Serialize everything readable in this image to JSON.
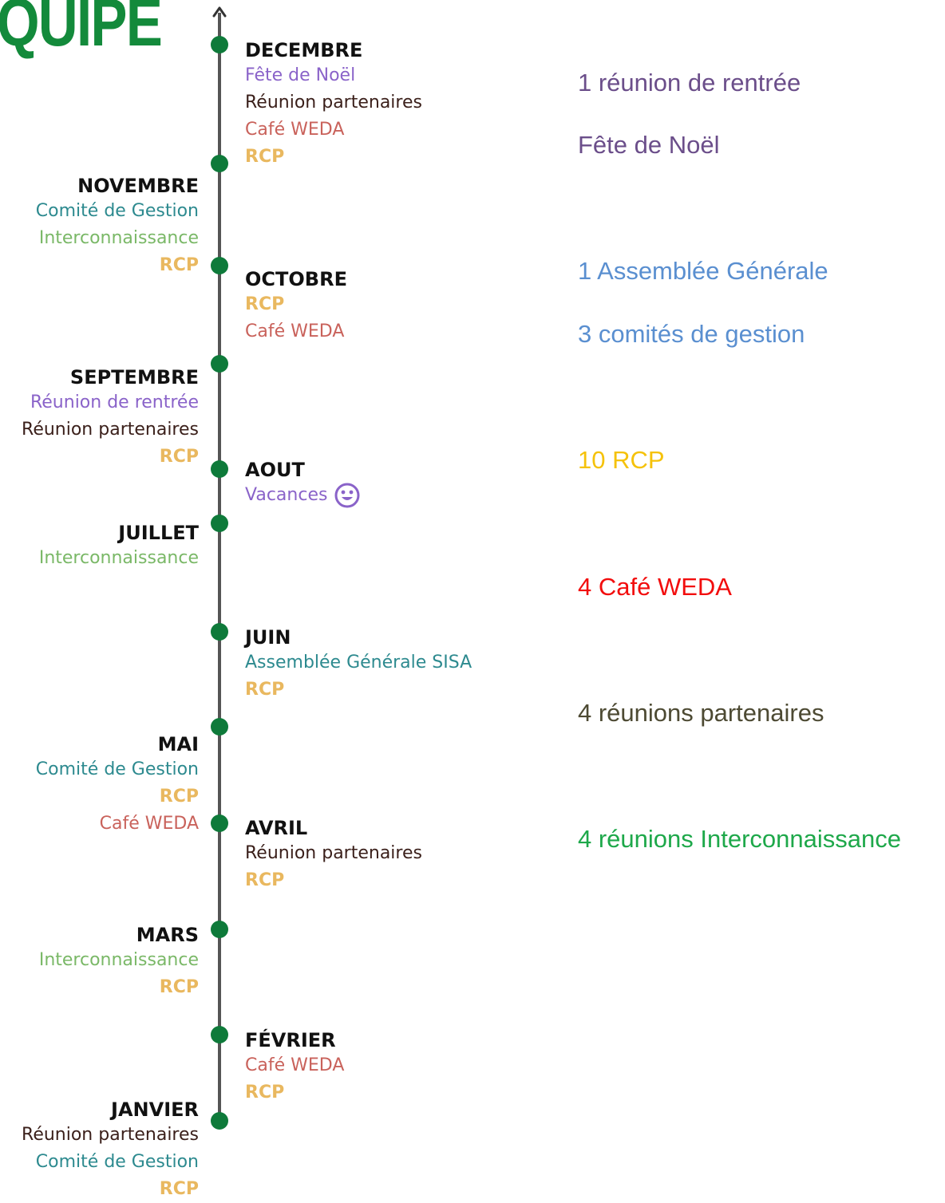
{
  "title": "QUIPE",
  "colors": {
    "dot": "#0e7a3a",
    "axis": "#555555",
    "fete": "#8a63c9",
    "partenaires": "#3a1f1a",
    "cafe": "#c9625b",
    "rcp": "#e9b85f",
    "comite": "#2d8a8f",
    "interco": "#7ab867",
    "ag": "#2d8a8f"
  },
  "months": [
    {
      "name": "DECEMBRE",
      "events": [
        {
          "text": "Fête de Noël",
          "type": "fete"
        },
        {
          "text": "Réunion partenaires",
          "type": "partenaires"
        },
        {
          "text": "Café WEDA",
          "type": "cafe"
        },
        {
          "text": "RCP",
          "type": "rcp"
        }
      ]
    },
    {
      "name": "NOVEMBRE",
      "events": [
        {
          "text": "Comité de Gestion",
          "type": "comite"
        },
        {
          "text": "Interconnaissance",
          "type": "interco"
        },
        {
          "text": "RCP",
          "type": "rcp"
        }
      ]
    },
    {
      "name": "OCTOBRE",
      "events": [
        {
          "text": "RCP",
          "type": "rcp"
        },
        {
          "text": "Café WEDA",
          "type": "cafe"
        }
      ]
    },
    {
      "name": "SEPTEMBRE",
      "events": [
        {
          "text": "Réunion de rentrée",
          "type": "fete"
        },
        {
          "text": "Réunion partenaires",
          "type": "partenaires"
        },
        {
          "text": "RCP",
          "type": "rcp"
        }
      ]
    },
    {
      "name": "AOUT",
      "events": [
        {
          "text": "Vacances",
          "type": "fete",
          "icon": "smiley-icon"
        }
      ]
    },
    {
      "name": "JUILLET",
      "events": [
        {
          "text": "Interconnaissance",
          "type": "interco"
        }
      ]
    },
    {
      "name": "JUIN",
      "events": [
        {
          "text": "Assemblée Générale SISA",
          "type": "ag"
        },
        {
          "text": "RCP",
          "type": "rcp"
        }
      ]
    },
    {
      "name": "MAI",
      "events": [
        {
          "text": "Comité de Gestion",
          "type": "comite"
        },
        {
          "text": "RCP",
          "type": "rcp"
        },
        {
          "text": "Café WEDA",
          "type": "cafe"
        }
      ]
    },
    {
      "name": "AVRIL",
      "events": [
        {
          "text": "Réunion partenaires",
          "type": "partenaires"
        },
        {
          "text": "RCP",
          "type": "rcp"
        }
      ]
    },
    {
      "name": "MARS",
      "events": [
        {
          "text": "Interconnaissance",
          "type": "interco"
        },
        {
          "text": "RCP",
          "type": "rcp"
        }
      ]
    },
    {
      "name": "FÉVRIER",
      "events": [
        {
          "text": "Café WEDA",
          "type": "cafe"
        },
        {
          "text": "RCP",
          "type": "rcp"
        }
      ]
    },
    {
      "name": "JANVIER",
      "events": [
        {
          "text": "Réunion partenaires",
          "type": "partenaires"
        },
        {
          "text": "Comité de Gestion",
          "type": "comite"
        },
        {
          "text": "RCP",
          "type": "rcp"
        }
      ]
    }
  ],
  "summary": [
    {
      "text": "1 réunion de rentrée",
      "color": "#6b4e8a"
    },
    {
      "text": "Fête de Noël",
      "color": "#6b4e8a"
    },
    {
      "text": "1 Assemblée Générale",
      "color": "#5a8fd0"
    },
    {
      "text": "3 comités de gestion",
      "color": "#5a8fd0"
    },
    {
      "text": "10 RCP",
      "color": "#f5c20a"
    },
    {
      "text": "4 Café WEDA",
      "color": "#f20d0d"
    },
    {
      "text": "4 réunions partenaires",
      "color": "#4d4a33"
    },
    {
      "text": "4 réunions Interconnaissance",
      "color": "#1ea84a"
    }
  ]
}
